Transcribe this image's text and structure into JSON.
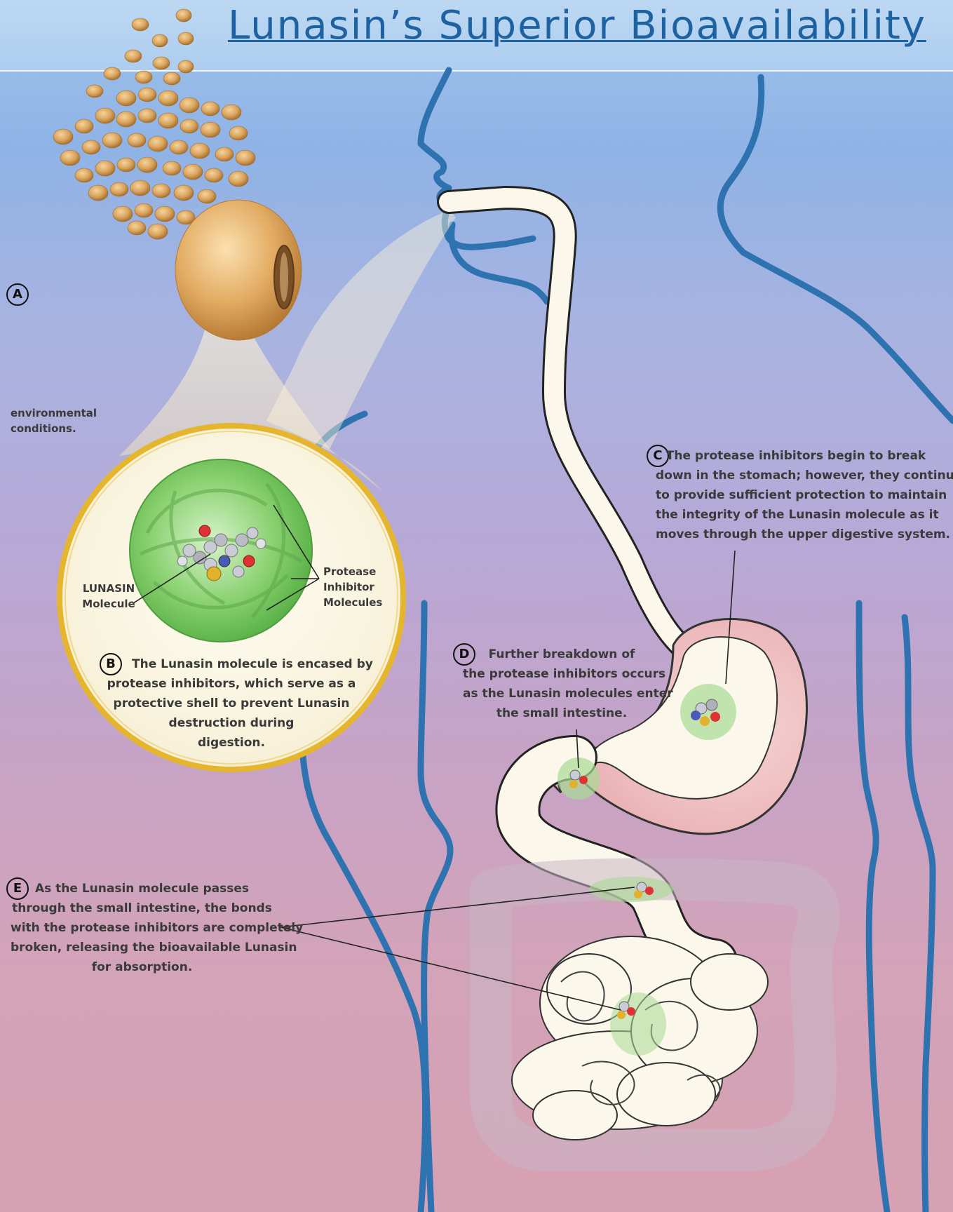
{
  "title": "Lunasin’s Superior Bioavailability",
  "sections": {
    "a": {
      "badge": "A",
      "text_line1": "environmental",
      "text_line2": "conditions."
    },
    "b": {
      "badge": "B",
      "lines": [
        "The Lunasin molecule is encased by",
        "protease inhibitors, which serve as a",
        "protective shell to prevent Lunasin",
        "destruction during",
        "digestion."
      ],
      "label_lunasin": [
        "LUNASIN",
        "Molecule"
      ],
      "label_protease": [
        "Protease",
        "Inhibitor",
        "Molecules"
      ]
    },
    "c": {
      "badge": "C",
      "lines": [
        "The protease inhibitors begin to break",
        "down in the stomach; however, they continue",
        "to provide sufficient protection to maintain",
        "the integrity of the Lunasin molecule as it",
        "moves through the upper digestive system."
      ]
    },
    "d": {
      "badge": "D",
      "lines": [
        "Further breakdown of",
        "the protease inhibitors occurs",
        "as the Lunasin molecules enter",
        "the small intestine."
      ]
    },
    "e": {
      "badge": "E",
      "lines": [
        "As the Lunasin molecule passes",
        "through the small intestine, the bonds",
        "with the protease inhibitors are completely",
        "broken, releasing the bioavailable Lunasin",
        "for absorption."
      ]
    }
  },
  "colors": {
    "title": "#1f62a2",
    "body_outline": "#2f72b0",
    "inhibitor_green": "#6cc15a",
    "soybean": "#d9a45e",
    "stomach_pink": "#f1c7c7",
    "lens_border": "#e5b62d"
  },
  "icons": [
    "soybean-pile",
    "soybean-seed",
    "molecule-cluster"
  ]
}
